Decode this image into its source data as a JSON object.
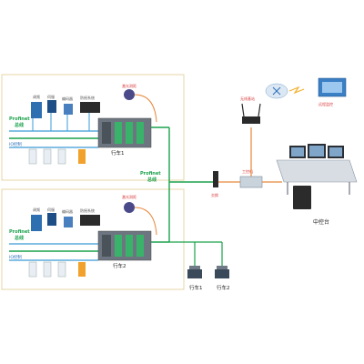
{
  "labels": {
    "profinet_bus_top": [
      "Profinet",
      "总线"
    ],
    "profinet_bus_mid": [
      "Profinet",
      "总线"
    ],
    "profinet_bus_bot": [
      "Profinet",
      "总线"
    ],
    "io_control_top": "IO控制",
    "io_control_bot": "IO控制",
    "crane1_title": "行车1",
    "crane2_title": "行车2",
    "laser_range_top": "激光测距",
    "laser_range_bot": "激光测距",
    "device_top": [
      "调频",
      "伺服",
      "编码器",
      "防摇系统"
    ],
    "device_bot": [
      "调频",
      "伺服",
      "编码器",
      "防摇系统"
    ],
    "wireless_ap": "无线基站",
    "switch": "交换",
    "router": "工控机",
    "cloud_server": "远程监控",
    "control_room": "中控台",
    "camera_crane1": "行车1",
    "camera_crane2": "行车2"
  },
  "colors": {
    "profinet_bus": "#1aa24b",
    "io_wire": "#3b9bd8",
    "ethernet": "#e8863a",
    "panel_border": "#e6d4a6",
    "label_green": "#1aa24b",
    "label_blue": "#2a6fb8",
    "label_red": "#d9383a"
  }
}
